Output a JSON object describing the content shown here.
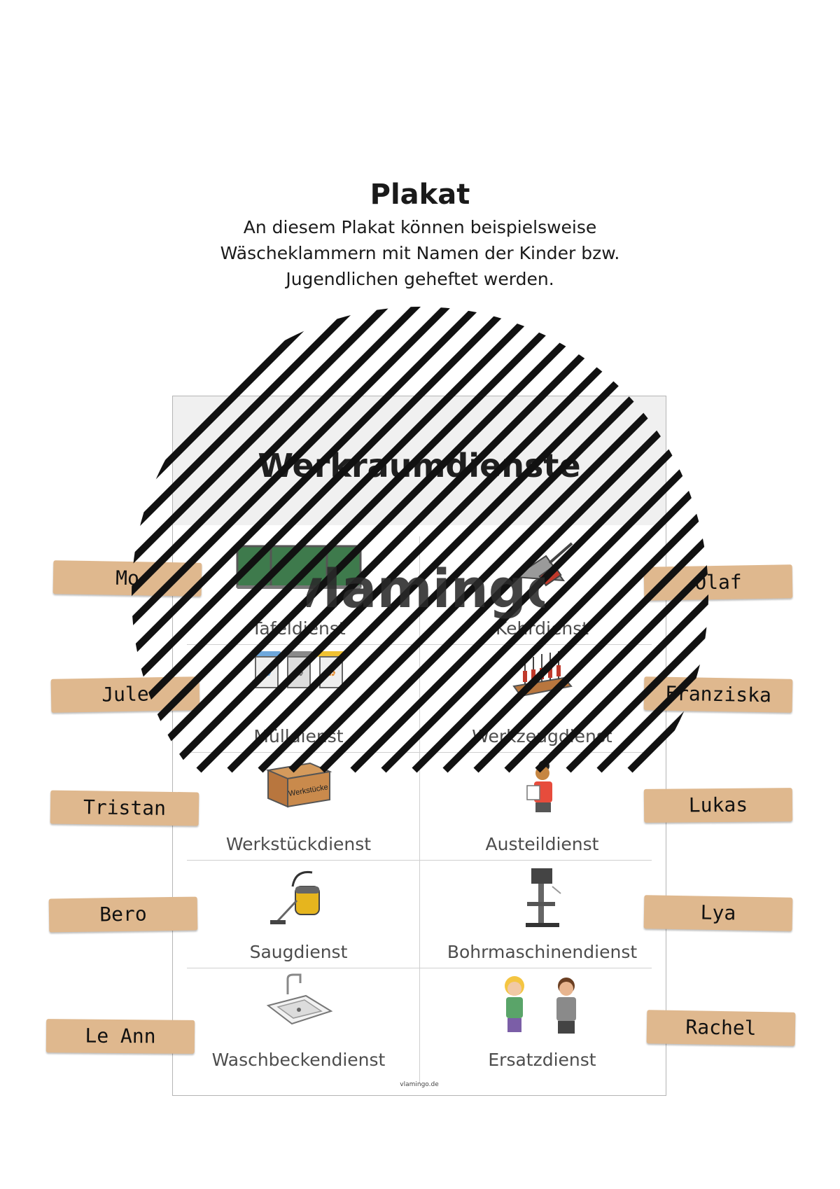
{
  "header": {
    "title": "Plakat",
    "subtitle_lines": [
      "An diesem Plakat können beispielsweise",
      "Wäscheklammern mit Namen der Kinder bzw.",
      "Jugendlichen geheftet werden."
    ]
  },
  "poster": {
    "title": "Werkraumdienste",
    "duties": [
      {
        "label": "Tafeldienst",
        "icon": "chalkboard-icon"
      },
      {
        "label": "Kehrdienst",
        "icon": "broom-dustpan-icon"
      },
      {
        "label": "Mülldienst",
        "icon": "recycling-bins-icon"
      },
      {
        "label": "Werkzeugdienst",
        "icon": "tool-rack-icon"
      },
      {
        "label": "Werkstückdienst",
        "icon": "wooden-crate-icon"
      },
      {
        "label": "Austeildienst",
        "icon": "girl-with-papers-icon"
      },
      {
        "label": "Saugdienst",
        "icon": "vacuum-cleaner-icon"
      },
      {
        "label": "Bohrmaschinendienst",
        "icon": "drill-press-icon"
      },
      {
        "label": "Waschbeckendienst",
        "icon": "sink-icon"
      },
      {
        "label": "Ersatzdienst",
        "icon": "two-kids-thumbs-up-icon"
      }
    ],
    "crate_text": "Werkstücke",
    "footer": "vlamingo.de"
  },
  "names_left": [
    "Mo",
    "Jule",
    "Tristan",
    "Bero",
    "Le Ann"
  ],
  "names_right": [
    "Olaf",
    "Franziska",
    "Lukas",
    "Lya",
    "Rachel"
  ],
  "watermark": {
    "text": "vlamingo"
  },
  "colors": {
    "name_tag": "#dfb88e",
    "header_band": "#f0f0f0",
    "board_green": "#3e7a4c"
  }
}
